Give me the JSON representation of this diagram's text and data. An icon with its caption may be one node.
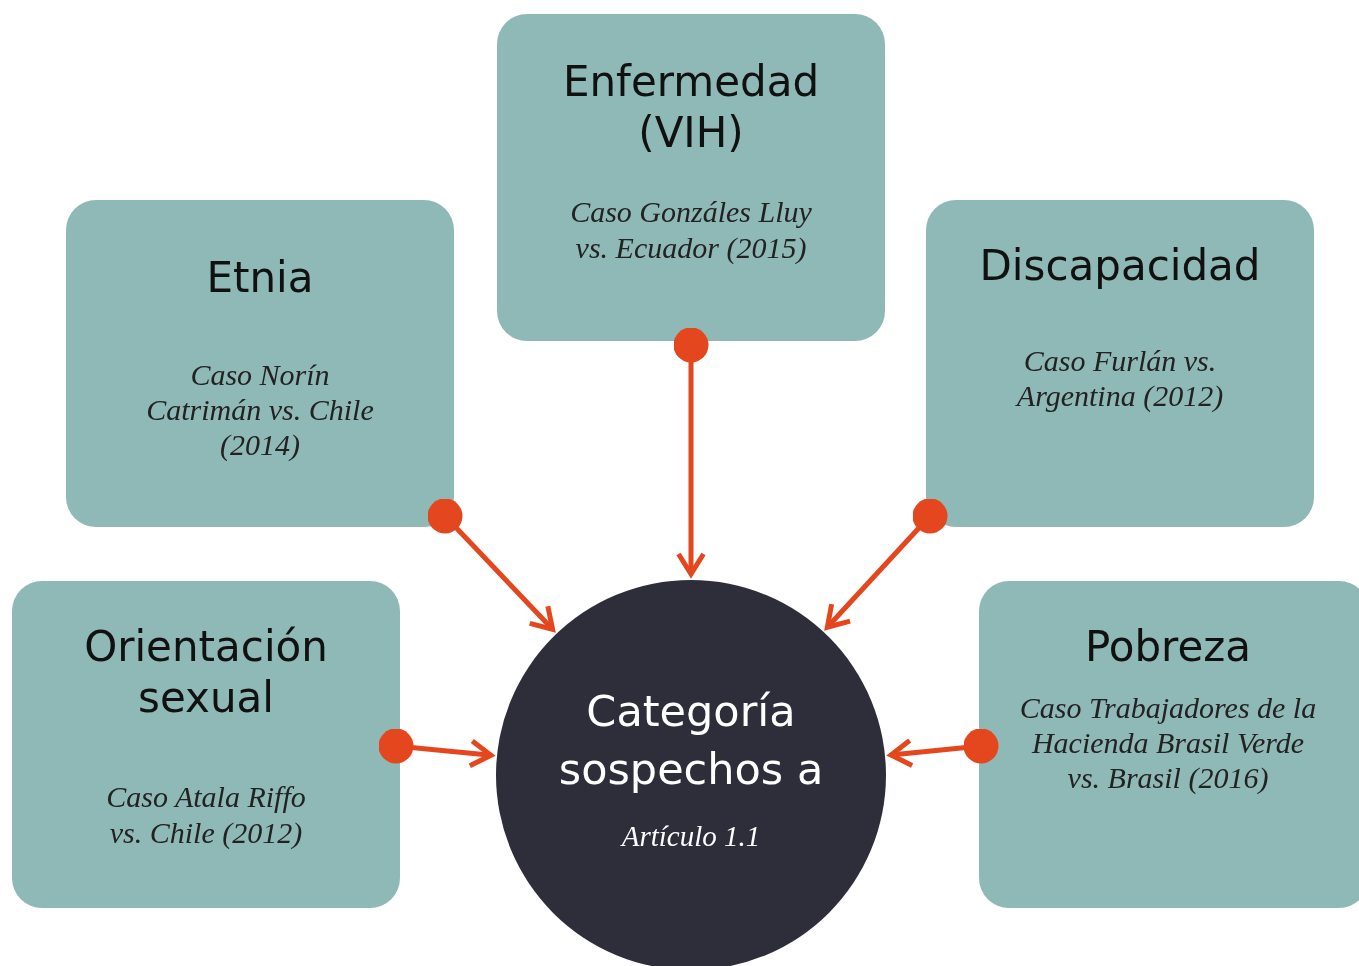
{
  "diagram": {
    "nodes": [
      {
        "text": [
          "Enfermedad (VIH)",
          "Caso Gonzáles Lluy vs. Ecuador (2015)"
        ]
      },
      {
        "text": [
          "Etnia",
          "Caso Norín Catrimán vs. Chile (2014)"
        ]
      },
      {
        "text": [
          "Discapacidad",
          "Caso Furlán vs. Argentina (2012)"
        ]
      },
      {
        "text": [
          "Orientación sexual",
          "Caso Atala Riffo vs. Chile (2012)"
        ]
      },
      {
        "text": [
          "Categoría sospechos a",
          "Artículo 1.1"
        ]
      },
      {
        "text": [
          "Pobreza",
          "Caso Trabajadores de la Hacienda Brasil Verde vs. Brasil (2016)"
        ]
      }
    ],
    "edges": [
      {
        "from": 0,
        "to": 4,
        "arrow": "to"
      },
      {
        "from": 1,
        "to": 4,
        "arrow": "to"
      },
      {
        "from": 2,
        "to": 4,
        "arrow": "to"
      },
      {
        "from": 3,
        "to": 4,
        "arrow": "to"
      },
      {
        "from": 5,
        "to": 4,
        "arrow": "to"
      }
    ]
  }
}
